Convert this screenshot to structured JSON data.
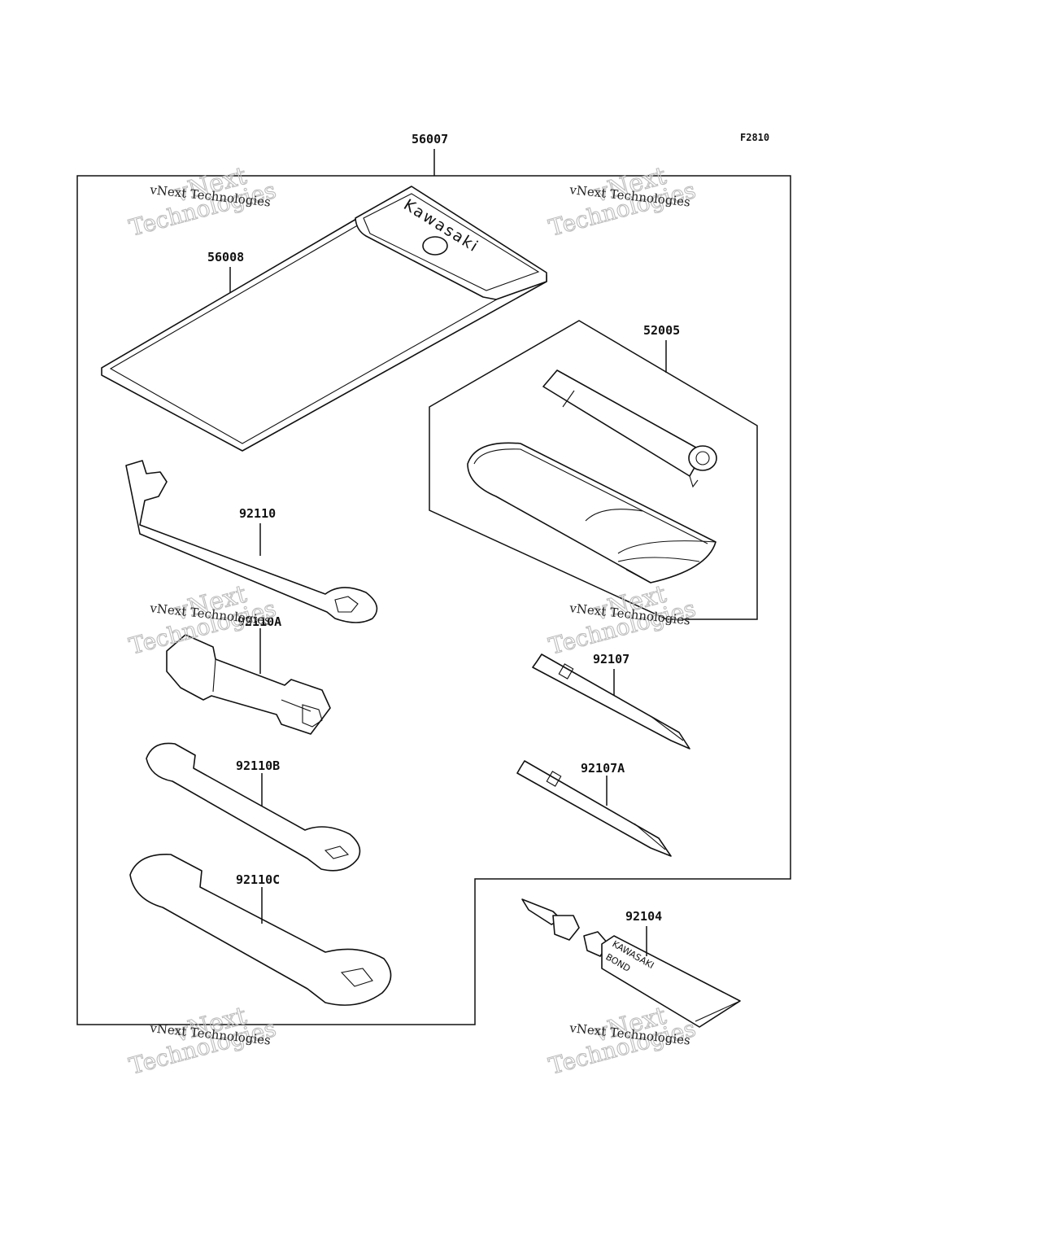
{
  "figure_id": "F2810",
  "parts": [
    {
      "key": "p56007",
      "number": "56007"
    },
    {
      "key": "p56008",
      "number": "56008"
    },
    {
      "key": "p52005",
      "number": "52005"
    },
    {
      "key": "p92110",
      "number": "92110"
    },
    {
      "key": "p92110A",
      "number": "92110A"
    },
    {
      "key": "p92107",
      "number": "92107"
    },
    {
      "key": "p92110B",
      "number": "92110B"
    },
    {
      "key": "p92107A",
      "number": "92107A"
    },
    {
      "key": "p92110C",
      "number": "92110C"
    },
    {
      "key": "p92104",
      "number": "92104"
    }
  ],
  "pouch_brand": "Kawasaki",
  "tube_text": {
    "line1": "KAWASAKI",
    "line2": "BOND"
  },
  "watermark": {
    "line1": "vNext Technologies",
    "line2": "vNext",
    "line3": "Technologies"
  }
}
